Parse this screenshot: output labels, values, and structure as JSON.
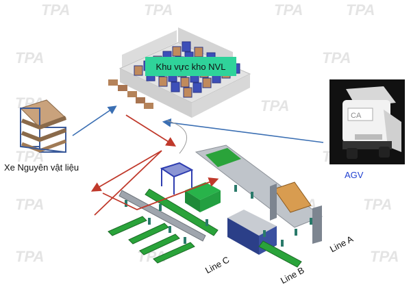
{
  "labels": {
    "zone": "Khu vực kho NVL",
    "cart": "Xe Nguyên vật liệu",
    "agv": "AGV",
    "line_c": "Line C",
    "line_b": "Line B",
    "line_a": "Line A"
  },
  "agv_photo": {
    "logo": "CA"
  },
  "watermark": {
    "text": "TPA"
  },
  "colors": {
    "zone_label_bg": "#2fd39a",
    "arrow_blue": "#3b6fb3",
    "arrow_red": "#c0392b",
    "conveyor_green": "#2aa33a",
    "rack_blue": "#3d4fb8",
    "agv_label": "#1f3fd0"
  }
}
